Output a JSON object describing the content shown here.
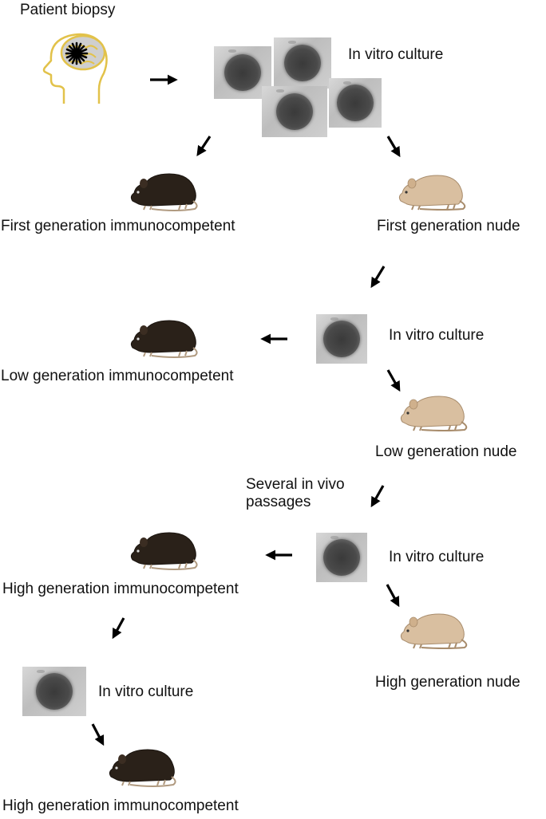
{
  "labels": {
    "patient_biopsy": "Patient biopsy",
    "in_vitro_culture": "In vitro culture",
    "first_gen_immunocompetent": "First generation immunocompetent",
    "first_gen_nude": "First generation nude",
    "low_gen_immunocompetent": "Low generation immunocompetent",
    "low_gen_nude": "Low generation nude",
    "several_in_vivo_passages_line1": "Several in vivo",
    "several_in_vivo_passages_line2": "passages",
    "high_gen_immunocompetent": "High generation immunocompetent",
    "high_gen_nude": "High generation nude"
  },
  "colors": {
    "immunocompetent_mouse": "#2a2119",
    "nude_mouse": "#d9bfa0",
    "brain_outline": "#e2c24a",
    "arrow": "#000000"
  }
}
